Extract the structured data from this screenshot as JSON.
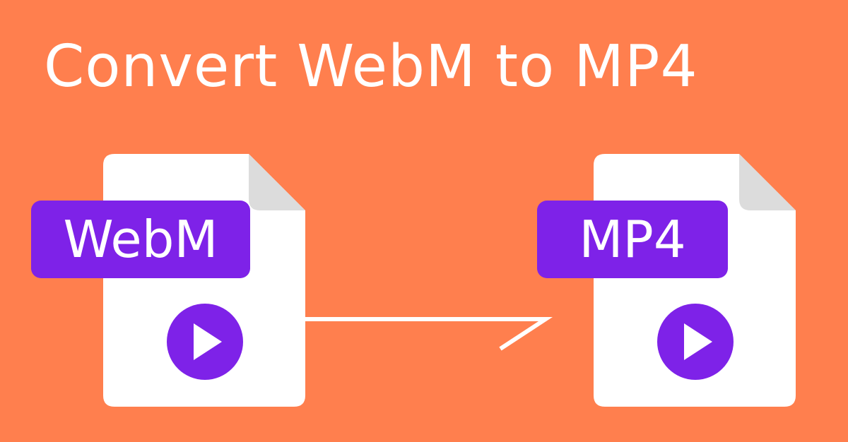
{
  "headline": "Convert WebM to MP4",
  "source_format": "WebM",
  "target_format": "MP4",
  "colors": {
    "background": "#FF7F4E",
    "badge": "#7E22E8",
    "page": "#FFFFFF",
    "page_fold": "#DCDCDC",
    "arrow": "#FFFFFF"
  },
  "icons": {
    "source_file": "file-icon",
    "target_file": "file-icon",
    "source_play": "play-icon",
    "target_play": "play-icon",
    "convert": "arrow-right-icon"
  }
}
